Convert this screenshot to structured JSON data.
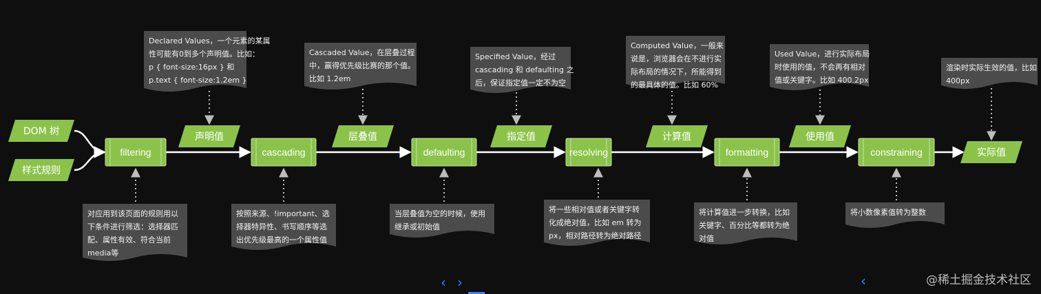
{
  "inputs": [
    {
      "id": "dom",
      "label": "DOM 树"
    },
    {
      "id": "style",
      "label": "样式规则"
    }
  ],
  "processes": [
    {
      "id": "filtering",
      "label": "filtering"
    },
    {
      "id": "cascading",
      "label": "cascading"
    },
    {
      "id": "defaulting",
      "label": "defaulting"
    },
    {
      "id": "resolving",
      "label": "resolving"
    },
    {
      "id": "formatting",
      "label": "formatting"
    },
    {
      "id": "constraining",
      "label": "constraining"
    }
  ],
  "values": [
    {
      "id": "declared",
      "label": "声明值"
    },
    {
      "id": "cascaded",
      "label": "层叠值"
    },
    {
      "id": "specified",
      "label": "指定值"
    },
    {
      "id": "computed",
      "label": "计算值"
    },
    {
      "id": "used",
      "label": "使用值"
    },
    {
      "id": "actual",
      "label": "实际值"
    }
  ],
  "top_notes": [
    {
      "id": "declared-note",
      "lines": [
        "Declared Values，一个元素的某属",
        "性可能有0到多个声明值。比如：",
        "p { font-size:16px } 和",
        "p.text { font-size:1.2em }"
      ]
    },
    {
      "id": "cascaded-note",
      "lines": [
        "Cascaded Value，在层叠过程",
        "中，赢得优先级比赛的那个值。",
        "比如 1.2em"
      ]
    },
    {
      "id": "specified-note",
      "lines": [
        "Specified Value，经过",
        "cascading 和 defaulting 之",
        "后，保证指定值一定不为空"
      ]
    },
    {
      "id": "computed-note",
      "lines": [
        "Computed Value，一般来",
        "说是，浏览器会在不进行实",
        "际布局的情况下，所能得到",
        "的最具体的值。比如 60%"
      ]
    },
    {
      "id": "used-note",
      "lines": [
        "Used Value，进行实际布局",
        "时使用的值，不会再有相对",
        "值或关键字。比如 400.2px"
      ]
    },
    {
      "id": "actual-note",
      "lines": [
        "渲染时实际生效的值，比如",
        "400px"
      ]
    }
  ],
  "bottom_notes": [
    {
      "id": "filtering-note",
      "lines": [
        "对应用到该页面的规则用以",
        "下条件进行筛选：选择器匹",
        "配、属性有效、符合当前",
        "media等"
      ]
    },
    {
      "id": "cascading-note",
      "lines": [
        "按照来源、!important、选",
        "择器特异性、书写顺序等选",
        "出优先级最高的一个属性值"
      ]
    },
    {
      "id": "defaulting-note",
      "lines": [
        "当层叠值为空的时候，使用",
        "继承或初始值"
      ]
    },
    {
      "id": "resolving-note",
      "lines": [
        "将一些相对值或者关键字转",
        "化成绝对值，比如 em 转为",
        "px，相对路径转为绝对路径"
      ]
    },
    {
      "id": "formatting-note",
      "lines": [
        "将计算值进一步转换，比如",
        "关键字、百分比等都转为绝",
        "对值"
      ]
    },
    {
      "id": "constraining-note",
      "lines": [
        "将小数像素值转为整数"
      ]
    }
  ],
  "colors": {
    "green": "#8bc34a",
    "green_stroke": "#c5e1a5",
    "note": "#4b4b4b",
    "arrow": "#ffffff",
    "dotted": "#bdbdbd",
    "nav": "#3b82f6"
  },
  "nav": {
    "prev": "‹",
    "next": "›",
    "prev2": "‹"
  },
  "watermark": "@稀土掘金技术社区"
}
